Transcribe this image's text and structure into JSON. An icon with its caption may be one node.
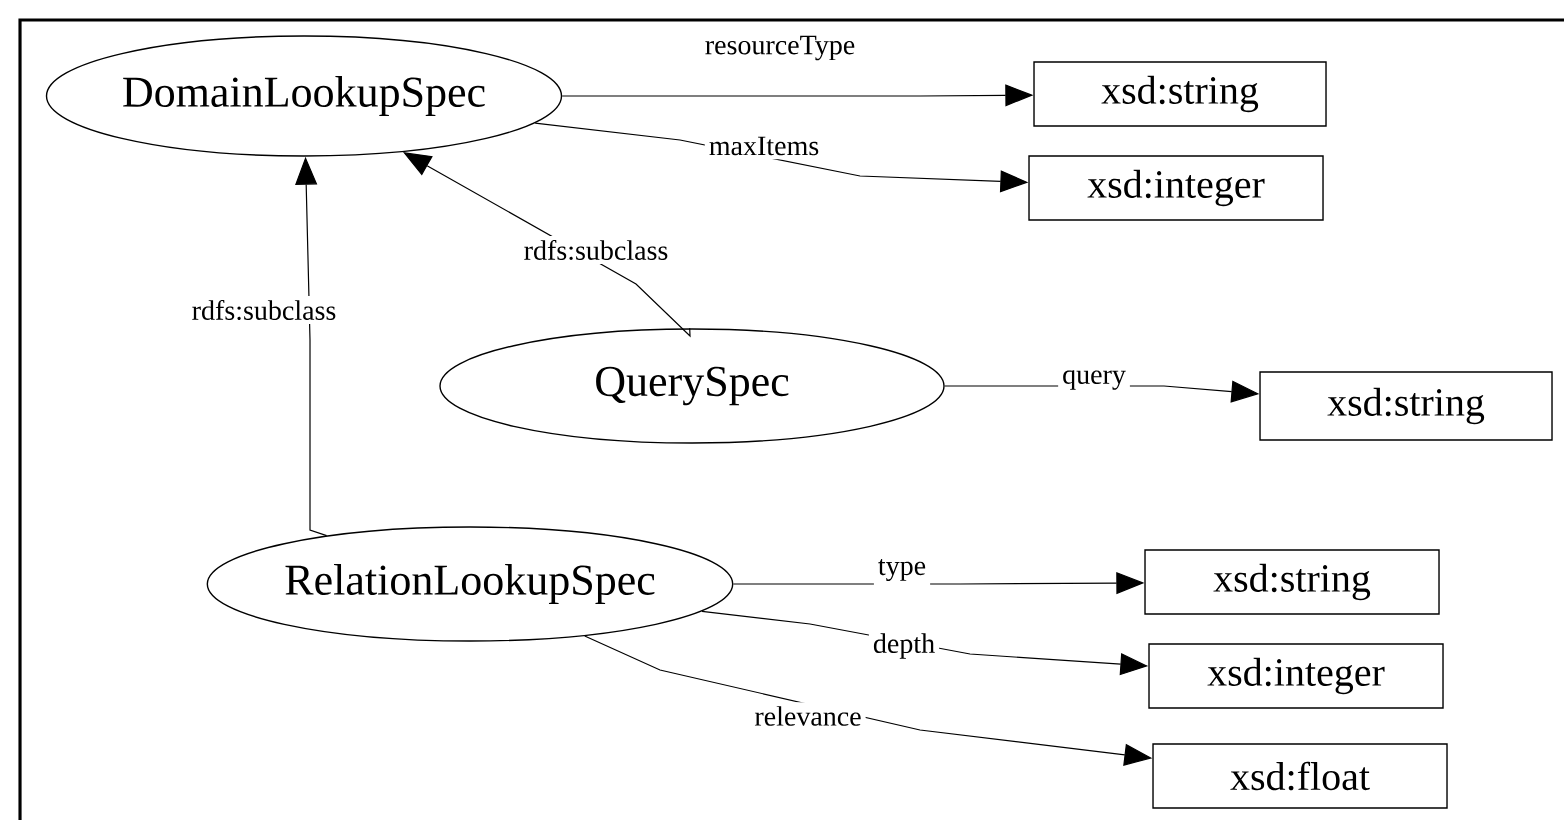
{
  "diagram": {
    "nodes": [
      {
        "text": [
          "DomainLookupSpec"
        ]
      },
      {
        "text": [
          "xsd:string"
        ]
      },
      {
        "text": [
          "xsd:integer"
        ]
      },
      {
        "text": [
          "QuerySpec"
        ]
      },
      {
        "text": [
          "xsd:string"
        ]
      },
      {
        "text": [
          "RelationLookupSpec"
        ]
      },
      {
        "text": [
          "xsd:string"
        ]
      },
      {
        "text": [
          "xsd:integer"
        ]
      },
      {
        "text": [
          "xsd:float"
        ]
      }
    ],
    "edges": [
      {
        "from": 0,
        "to": 1,
        "arrow": "to",
        "label": "resourceType"
      },
      {
        "from": 0,
        "to": 2,
        "arrow": "to",
        "label": "maxItems"
      },
      {
        "from": 3,
        "to": 0,
        "arrow": "to",
        "label": "rdfs:subclass"
      },
      {
        "from": 5,
        "to": 0,
        "arrow": "to",
        "label": "rdfs:subclass"
      },
      {
        "from": 3,
        "to": 4,
        "arrow": "to",
        "label": "query"
      },
      {
        "from": 5,
        "to": 6,
        "arrow": "to",
        "label": "type"
      },
      {
        "from": 5,
        "to": 7,
        "arrow": "to",
        "label": "depth"
      },
      {
        "from": 5,
        "to": 8,
        "arrow": "to",
        "label": "relevance"
      }
    ]
  }
}
